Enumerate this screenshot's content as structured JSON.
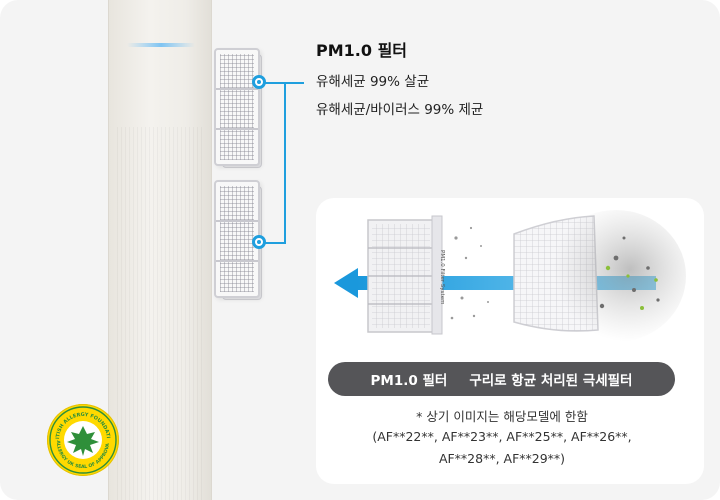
{
  "filter": {
    "title": "PM1.0 필터",
    "features": [
      "유해세균 99% 살균",
      "유해세균/바이러스 99% 제균"
    ]
  },
  "diagram": {
    "filter_label": "PM1.0 Filter System"
  },
  "banner": {
    "left_label": "PM1.0 필터",
    "right_label": "구리로 항균 처리된 극세필터"
  },
  "notes": [
    "* 상기 이미지는 해당모델에 한함",
    "(AF**22**, AF**23**, AF**25**, AF**26**,",
    "AF**28**, AF**29**)"
  ],
  "badge": {
    "top_text": "BRITISH ALLERGY FOUNDATION",
    "bottom_text": "ALLERGY UK SEAL OF APPROVAL"
  },
  "colors": {
    "accent": "#1f9fde",
    "pill_bg": "#555558",
    "badge_yellow": "#ffd900",
    "badge_green": "#2f8f3a"
  }
}
